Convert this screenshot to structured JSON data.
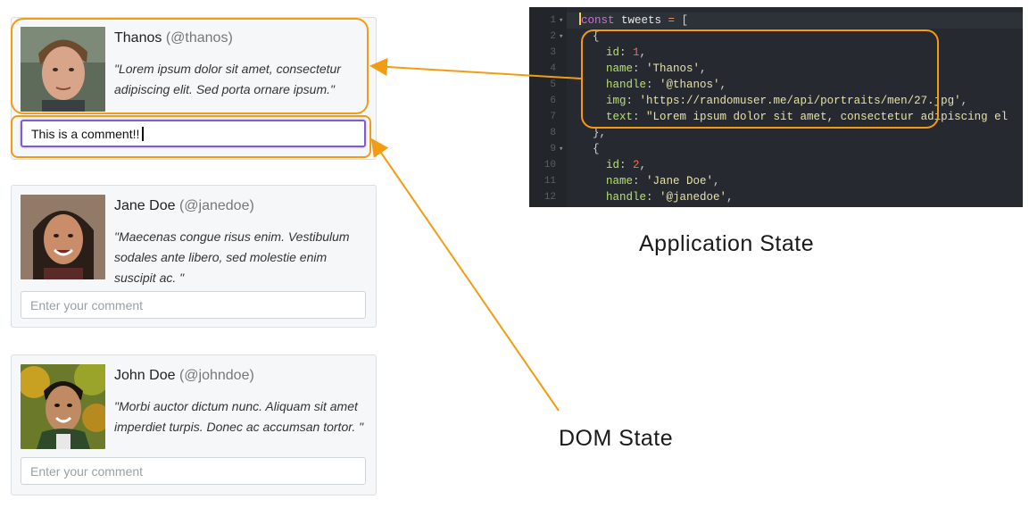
{
  "tweets": [
    {
      "name": "Thanos",
      "handle": "(@thanos)",
      "text": "\"Lorem ipsum dolor sit amet, consectetur adipiscing elit. Sed porta ornare ipsum.\"",
      "comment_value": "This is a comment!!",
      "comment_placeholder": ""
    },
    {
      "name": "Jane Doe",
      "handle": "(@janedoe)",
      "text": "\"Maecenas congue risus enim. Vestibulum sodales ante libero, sed molestie enim suscipit ac. \"",
      "comment_value": "",
      "comment_placeholder": "Enter your comment"
    },
    {
      "name": "John Doe",
      "handle": "(@johndoe)",
      "text": "\"Morbi auctor dictum nunc. Aliquam sit amet imperdiet turpis. Donec ac accumsan tortor. \"",
      "comment_value": "",
      "comment_placeholder": "Enter your comment"
    }
  ],
  "code": {
    "lines": [
      {
        "n": "1",
        "fold": "▾",
        "segs": [
          [
            "kw",
            "const"
          ],
          [
            "var",
            " tweets "
          ],
          [
            "op",
            "="
          ],
          [
            "punc",
            " ["
          ]
        ]
      },
      {
        "n": "2",
        "fold": "▾",
        "segs": [
          [
            "punc",
            "  {"
          ]
        ]
      },
      {
        "n": "3",
        "fold": "",
        "segs": [
          [
            "key",
            "    id"
          ],
          [
            "punc",
            ": "
          ],
          [
            "num",
            "1"
          ],
          [
            "punc",
            ","
          ]
        ]
      },
      {
        "n": "4",
        "fold": "",
        "segs": [
          [
            "key",
            "    name"
          ],
          [
            "punc",
            ": "
          ],
          [
            "str",
            "'Thanos'"
          ],
          [
            "punc",
            ","
          ]
        ]
      },
      {
        "n": "5",
        "fold": "",
        "segs": [
          [
            "key",
            "    handle"
          ],
          [
            "punc",
            ": "
          ],
          [
            "str",
            "'@thanos'"
          ],
          [
            "punc",
            ","
          ]
        ]
      },
      {
        "n": "6",
        "fold": "",
        "segs": [
          [
            "key",
            "    img"
          ],
          [
            "punc",
            ": "
          ],
          [
            "str",
            "'https://randomuser.me/api/portraits/men/27.jpg'"
          ],
          [
            "punc",
            ","
          ]
        ]
      },
      {
        "n": "7",
        "fold": "",
        "segs": [
          [
            "key",
            "    text"
          ],
          [
            "punc",
            ": "
          ],
          [
            "str",
            "\"Lorem ipsum dolor sit amet, consectetur adipiscing el"
          ]
        ]
      },
      {
        "n": "8",
        "fold": "",
        "segs": [
          [
            "punc",
            "  },"
          ]
        ]
      },
      {
        "n": "9",
        "fold": "▾",
        "segs": [
          [
            "punc",
            "  {"
          ]
        ]
      },
      {
        "n": "10",
        "fold": "",
        "segs": [
          [
            "key",
            "    id"
          ],
          [
            "punc",
            ": "
          ],
          [
            "num",
            "2"
          ],
          [
            "punc",
            ","
          ]
        ]
      },
      {
        "n": "11",
        "fold": "",
        "segs": [
          [
            "key",
            "    name"
          ],
          [
            "punc",
            ": "
          ],
          [
            "str",
            "'Jane Doe'"
          ],
          [
            "punc",
            ","
          ]
        ]
      },
      {
        "n": "12",
        "fold": "",
        "segs": [
          [
            "key",
            "    handle"
          ],
          [
            "punc",
            ": "
          ],
          [
            "str",
            "'@janedoe'"
          ],
          [
            "punc",
            ","
          ]
        ]
      }
    ]
  },
  "labels": {
    "application_state": "Application State",
    "dom_state": "DOM State"
  },
  "colors": {
    "highlight": "#f39c12",
    "focus_border": "#7b5bd6",
    "editor_bg": "#262a30"
  }
}
